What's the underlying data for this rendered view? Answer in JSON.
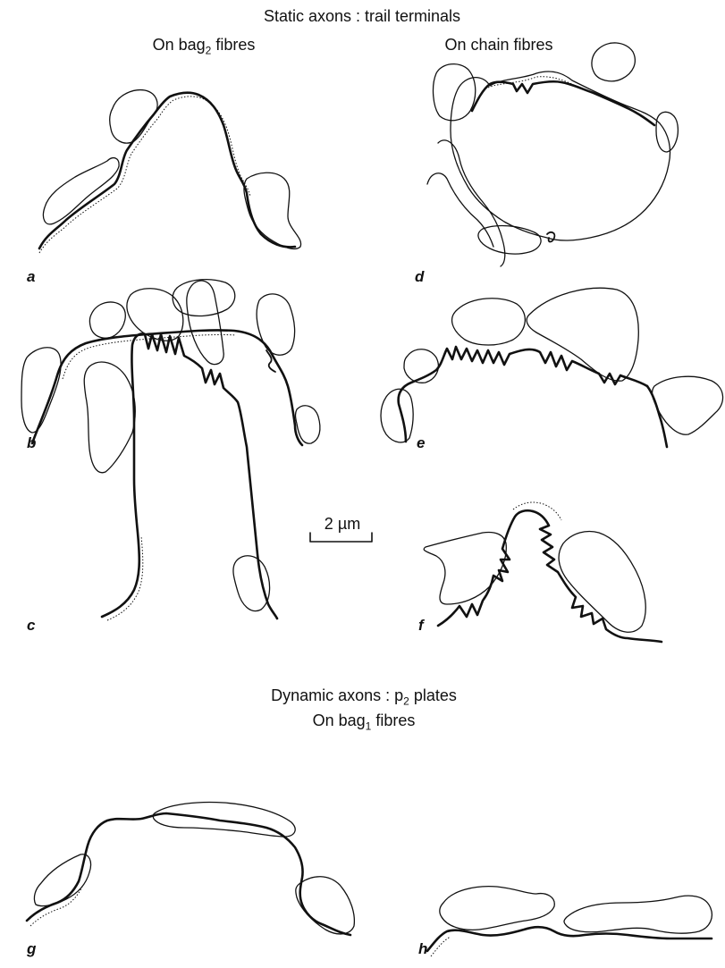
{
  "figure": {
    "top_heading": "Static axons : trail terminals",
    "column_left_prefix": "On bag",
    "column_left_sub": "2",
    "column_left_suffix": " fibres",
    "column_right": "On chain fibres",
    "bottom_heading_prefix": "Dynamic axons : p",
    "bottom_heading_sub": "2",
    "bottom_heading_suffix": " plates",
    "bottom_subheading_prefix": "On bag",
    "bottom_subheading_sub": "1",
    "bottom_subheading_suffix": " fibres",
    "scale_bar_label": "2 µm",
    "panel_labels": [
      "a",
      "b",
      "c",
      "d",
      "e",
      "f",
      "g",
      "h"
    ]
  }
}
